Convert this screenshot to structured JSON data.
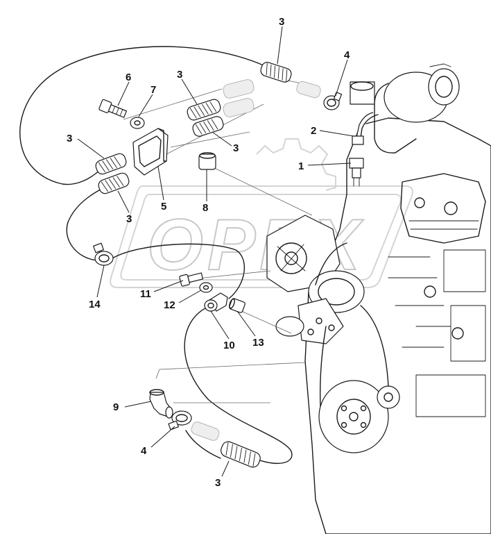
{
  "watermark": {
    "text": "OPEX"
  },
  "callouts": [
    {
      "id": "c-3a",
      "label": "3"
    },
    {
      "id": "c-4a",
      "label": "4"
    },
    {
      "id": "c-6",
      "label": "6"
    },
    {
      "id": "c-7",
      "label": "7"
    },
    {
      "id": "c-3b",
      "label": "3"
    },
    {
      "id": "c-2",
      "label": "2"
    },
    {
      "id": "c-3c",
      "label": "3"
    },
    {
      "id": "c-3d",
      "label": "3"
    },
    {
      "id": "c-1",
      "label": "1"
    },
    {
      "id": "c-5",
      "label": "5"
    },
    {
      "id": "c-8",
      "label": "8"
    },
    {
      "id": "c-3e",
      "label": "3"
    },
    {
      "id": "c-14",
      "label": "14"
    },
    {
      "id": "c-11",
      "label": "11"
    },
    {
      "id": "c-12",
      "label": "12"
    },
    {
      "id": "c-10",
      "label": "10"
    },
    {
      "id": "c-13",
      "label": "13"
    },
    {
      "id": "c-9",
      "label": "9"
    },
    {
      "id": "c-4b",
      "label": "4"
    },
    {
      "id": "c-3f",
      "label": "3"
    }
  ],
  "colors": {
    "line": "#1a1a1a",
    "watermark": "#c8c8c8",
    "background": "#ffffff"
  }
}
